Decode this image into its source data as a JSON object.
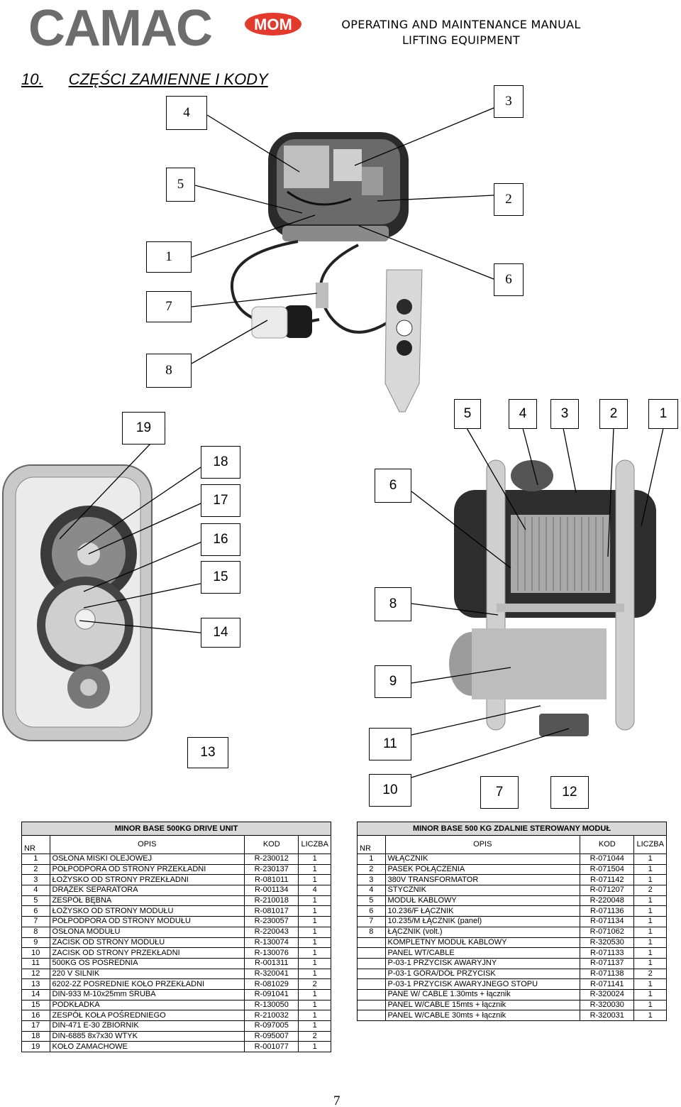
{
  "header": {
    "logo_text": "CAMAC",
    "logo_badge": "MOM",
    "manual_line1": "OPERATING AND MAINTENANCE MANUAL",
    "manual_line2": "LIFTING EQUIPMENT"
  },
  "section": {
    "number": "10.",
    "title": "CZĘŚCI ZAMIENNE I KODY"
  },
  "callouts": {
    "c4": "4",
    "c3": "3",
    "c5": "5",
    "c2": "2",
    "c1": "1",
    "c6": "6",
    "c7": "7",
    "c8": "8",
    "c19": "19",
    "row_5": "5",
    "row_4": "4",
    "row_3": "3",
    "row_2": "2",
    "row_1": "1",
    "c18": "18",
    "c17": "17",
    "c16": "16",
    "c15": "15",
    "c14": "14",
    "c13": "13",
    "m6": "6",
    "m8": "8",
    "m9": "9",
    "m11": "11",
    "m10": "10",
    "m7": "7",
    "m12": "12"
  },
  "left_table": {
    "title": "MINOR BASE 500KG DRIVE UNIT",
    "headers": {
      "nr": "NR",
      "opis": "OPIS",
      "kod": "KOD",
      "liczba": "LICZBA"
    },
    "rows": [
      [
        "1",
        "OSŁONA MISKI OLEJOWEJ",
        "R-230012",
        "1"
      ],
      [
        "2",
        "PÓŁPODPORA OD STRONY PRZEKŁADNI",
        "R-230137",
        "1"
      ],
      [
        "3",
        "ŁOŻYSKO OD STRONY PRZEKŁADNI",
        "R-081011",
        "1"
      ],
      [
        "4",
        "DRĄŻEK SEPARATORA",
        "R-001134",
        "4"
      ],
      [
        "5",
        "ZESPÓŁ BĘBNA",
        "R-210018",
        "1"
      ],
      [
        "6",
        "ŁOŻYSKO OD STRONY MODUŁU",
        "R-081017",
        "1"
      ],
      [
        "7",
        "PÓŁPODPORA OD STRONY MODUŁU",
        "R-230057",
        "1"
      ],
      [
        "8",
        "OSŁONA MODUŁU",
        "R-220043",
        "1"
      ],
      [
        "9",
        "ZACISK OD STRONY MODUŁU",
        "R-130074",
        "1"
      ],
      [
        "10",
        "ZACISK OD STRONY PRZEKŁADNI",
        "R-130076",
        "1"
      ],
      [
        "11",
        "500KG OŚ POŚREDNIA",
        "R-001311",
        "1"
      ],
      [
        "12",
        "220 V SILNIK",
        "R-320041",
        "1"
      ],
      [
        "13",
        "6202-2Z POSREDNIE KOŁO PRZEKŁADNI",
        "R-081029",
        "2"
      ],
      [
        "14",
        "DIN-933 M-10x25mm ŚRUBA",
        "R-091041",
        "1"
      ],
      [
        "15",
        "PODKŁADKA",
        "R-130050",
        "1"
      ],
      [
        "16",
        "ZESPÓŁ KOŁA POŚREDNIEGO",
        "R-210032",
        "1"
      ],
      [
        "17",
        "DIN-471 E-30 ZBIORNIK",
        "R-097005",
        "1"
      ],
      [
        "18",
        "DIN-6885 8x7x30 WTYK",
        "R-095007",
        "2"
      ],
      [
        "19",
        "KOŁO ZAMACHOWE",
        "R-001077",
        "1"
      ]
    ]
  },
  "right_table": {
    "title": "MINOR BASE 500 KG ZDALNIE STEROWANY MODUŁ",
    "headers": {
      "nr": "NR",
      "opis": "OPIS",
      "kod": "KOD",
      "liczba": "LICZBA"
    },
    "rows": [
      [
        "1",
        "WŁĄCZNIK",
        "R-071044",
        "1"
      ],
      [
        "2",
        "PASEK POŁĄCZENIA",
        "R-071504",
        "1"
      ],
      [
        "3",
        "380V TRANSFORMATOR",
        "R-071142",
        "1"
      ],
      [
        "4",
        "STYCZNIK",
        "R-071207",
        "2"
      ],
      [
        "5",
        "MODUŁ KABLOWY",
        "R-220048",
        "1"
      ],
      [
        "6",
        "10.236/F ŁĄCZNIK",
        "R-071136",
        "1"
      ],
      [
        "7",
        "10.235/M ŁĄCZNIK (panel)",
        "R-071134",
        "1"
      ],
      [
        "8",
        "ŁĄCZNIK (volt.)",
        "R-071062",
        "1"
      ],
      [
        "",
        "KOMPLETNY MODUŁ KABLOWY",
        "R-320530",
        "1"
      ],
      [
        "",
        "PANEL WT/CABLE",
        "R-071133",
        "1"
      ],
      [
        "",
        "P-03-1 PRZYCISK AWARYJNY",
        "R-071137",
        "1"
      ],
      [
        "",
        "P-03-1 GÓRA/DÓŁ PRZYCISK",
        "R-071138",
        "2"
      ],
      [
        "",
        "P-03-1 PRZYCISK AWARYJNEGO STOPU",
        "R-071141",
        "1"
      ],
      [
        "",
        "PANE W/ CABLE 1.30mts + łącznik",
        "R-320024",
        "1"
      ],
      [
        "",
        " PANEL W/CABLE 15mts + łącznik",
        "R-320030",
        "1"
      ],
      [
        "",
        " PANEL W/CABLE 30mts + łącznik",
        "R-320031",
        "1"
      ]
    ]
  },
  "page_number": "7",
  "colors": {
    "logo_gray": "#6d6d6d",
    "badge_red": "#e23b2e",
    "table_title_bg": "#d9d9d9"
  }
}
